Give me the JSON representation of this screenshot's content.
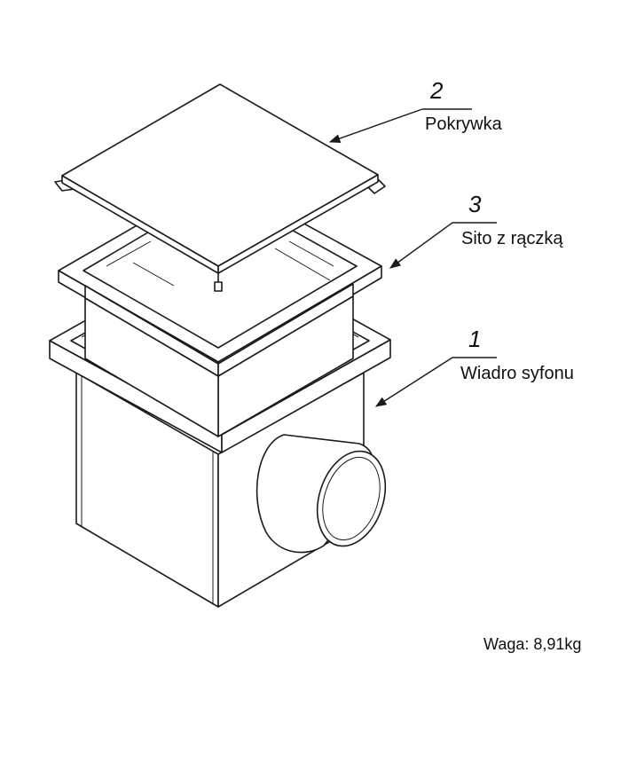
{
  "callouts": [
    {
      "number": "2",
      "label": "Pokrywka"
    },
    {
      "number": "3",
      "label": "Sito z rączką"
    },
    {
      "number": "1",
      "label": "Wiadro syfonu"
    }
  ],
  "weight_text": "Waga: 8,91kg"
}
